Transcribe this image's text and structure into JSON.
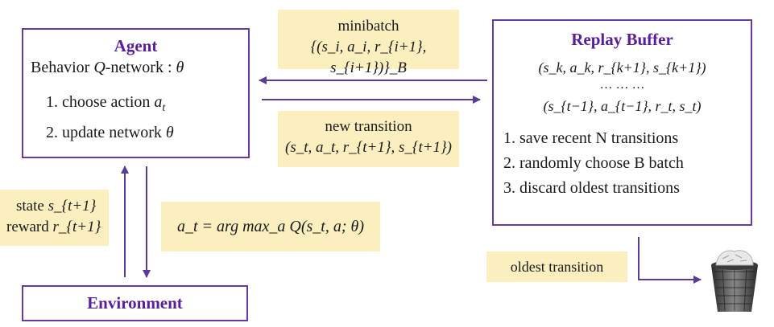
{
  "agent": {
    "title": "Agent",
    "subtitle_pre": "Behavior ",
    "subtitle_q": "Q",
    "subtitle_post": "-network : ",
    "subtitle_theta": "θ",
    "step1_text": "1. choose action ",
    "step1_var": "a",
    "step1_sub": "t",
    "step2_text": "2. update network ",
    "step2_var": "θ"
  },
  "replay_buffer": {
    "title": "Replay Buffer",
    "tuple_top": "(s_k, a_k, r_{k+1}, s_{k+1})",
    "dots": "… … …",
    "tuple_bottom": "(s_{t−1}, a_{t−1}, r_t, s_t)",
    "step1": "1. save recent N transitions",
    "step2": "2. randomly choose B batch",
    "step3": "3. discard oldest transitions"
  },
  "environment": {
    "title": "Environment"
  },
  "minibatch": {
    "title": "minibatch",
    "formula": "{(s_i, a_i, r_{i+1}, s_{i+1})}_B"
  },
  "new_transition": {
    "title": "new transition",
    "formula": "(s_t, a_t, r_{t+1}, s_{t+1})"
  },
  "state_reward": {
    "state_label": "state",
    "state_var": "s_{t+1}",
    "reward_label": "reward",
    "reward_var": "r_{t+1}"
  },
  "policy": {
    "formula": "a_t = arg max_a Q(s_t, a; θ)"
  },
  "oldest": {
    "title": "oldest transition"
  },
  "colors": {
    "border": "#6a3aa2",
    "title": "#5a1e9c",
    "label_bg": "#fbefbf",
    "arrow": "#5a3a9a"
  },
  "icons": {
    "trash": "wastebasket-icon"
  }
}
